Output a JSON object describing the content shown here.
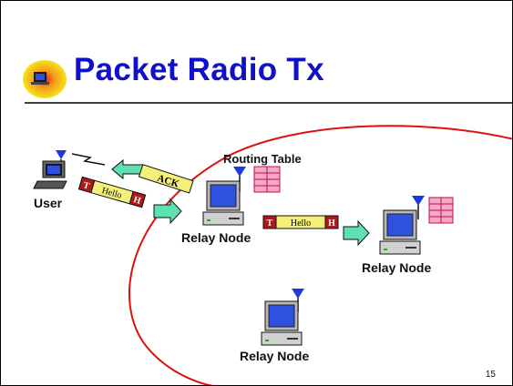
{
  "slide": {
    "title": "Packet Radio Tx",
    "page_number": "15"
  },
  "labels": {
    "user": "User",
    "routing_table": "Routing Table",
    "relay_node_1": "Relay Node",
    "relay_node_2": "Relay Node",
    "relay_node_3": "Relay Node"
  },
  "packets": {
    "ack_text": "ACK",
    "hello_1": {
      "tail": "T",
      "body": "Hello",
      "head": "H"
    },
    "hello_2": {
      "tail": "T",
      "body": "Hello",
      "head": "H"
    }
  },
  "colors": {
    "title": "#1010cc",
    "boundary": "#e01010",
    "packet_body": "#f5f07a",
    "packet_end": "#b01818",
    "arrow": "#5fe0b0",
    "table": "#f5a8c8",
    "antenna": "#1a3ae0",
    "screen": "#3050e0"
  },
  "icons": {
    "logo": "radar-logo-icon",
    "user": "laptop-icon",
    "node": "computer-antenna-icon",
    "table": "routing-table-icon"
  }
}
